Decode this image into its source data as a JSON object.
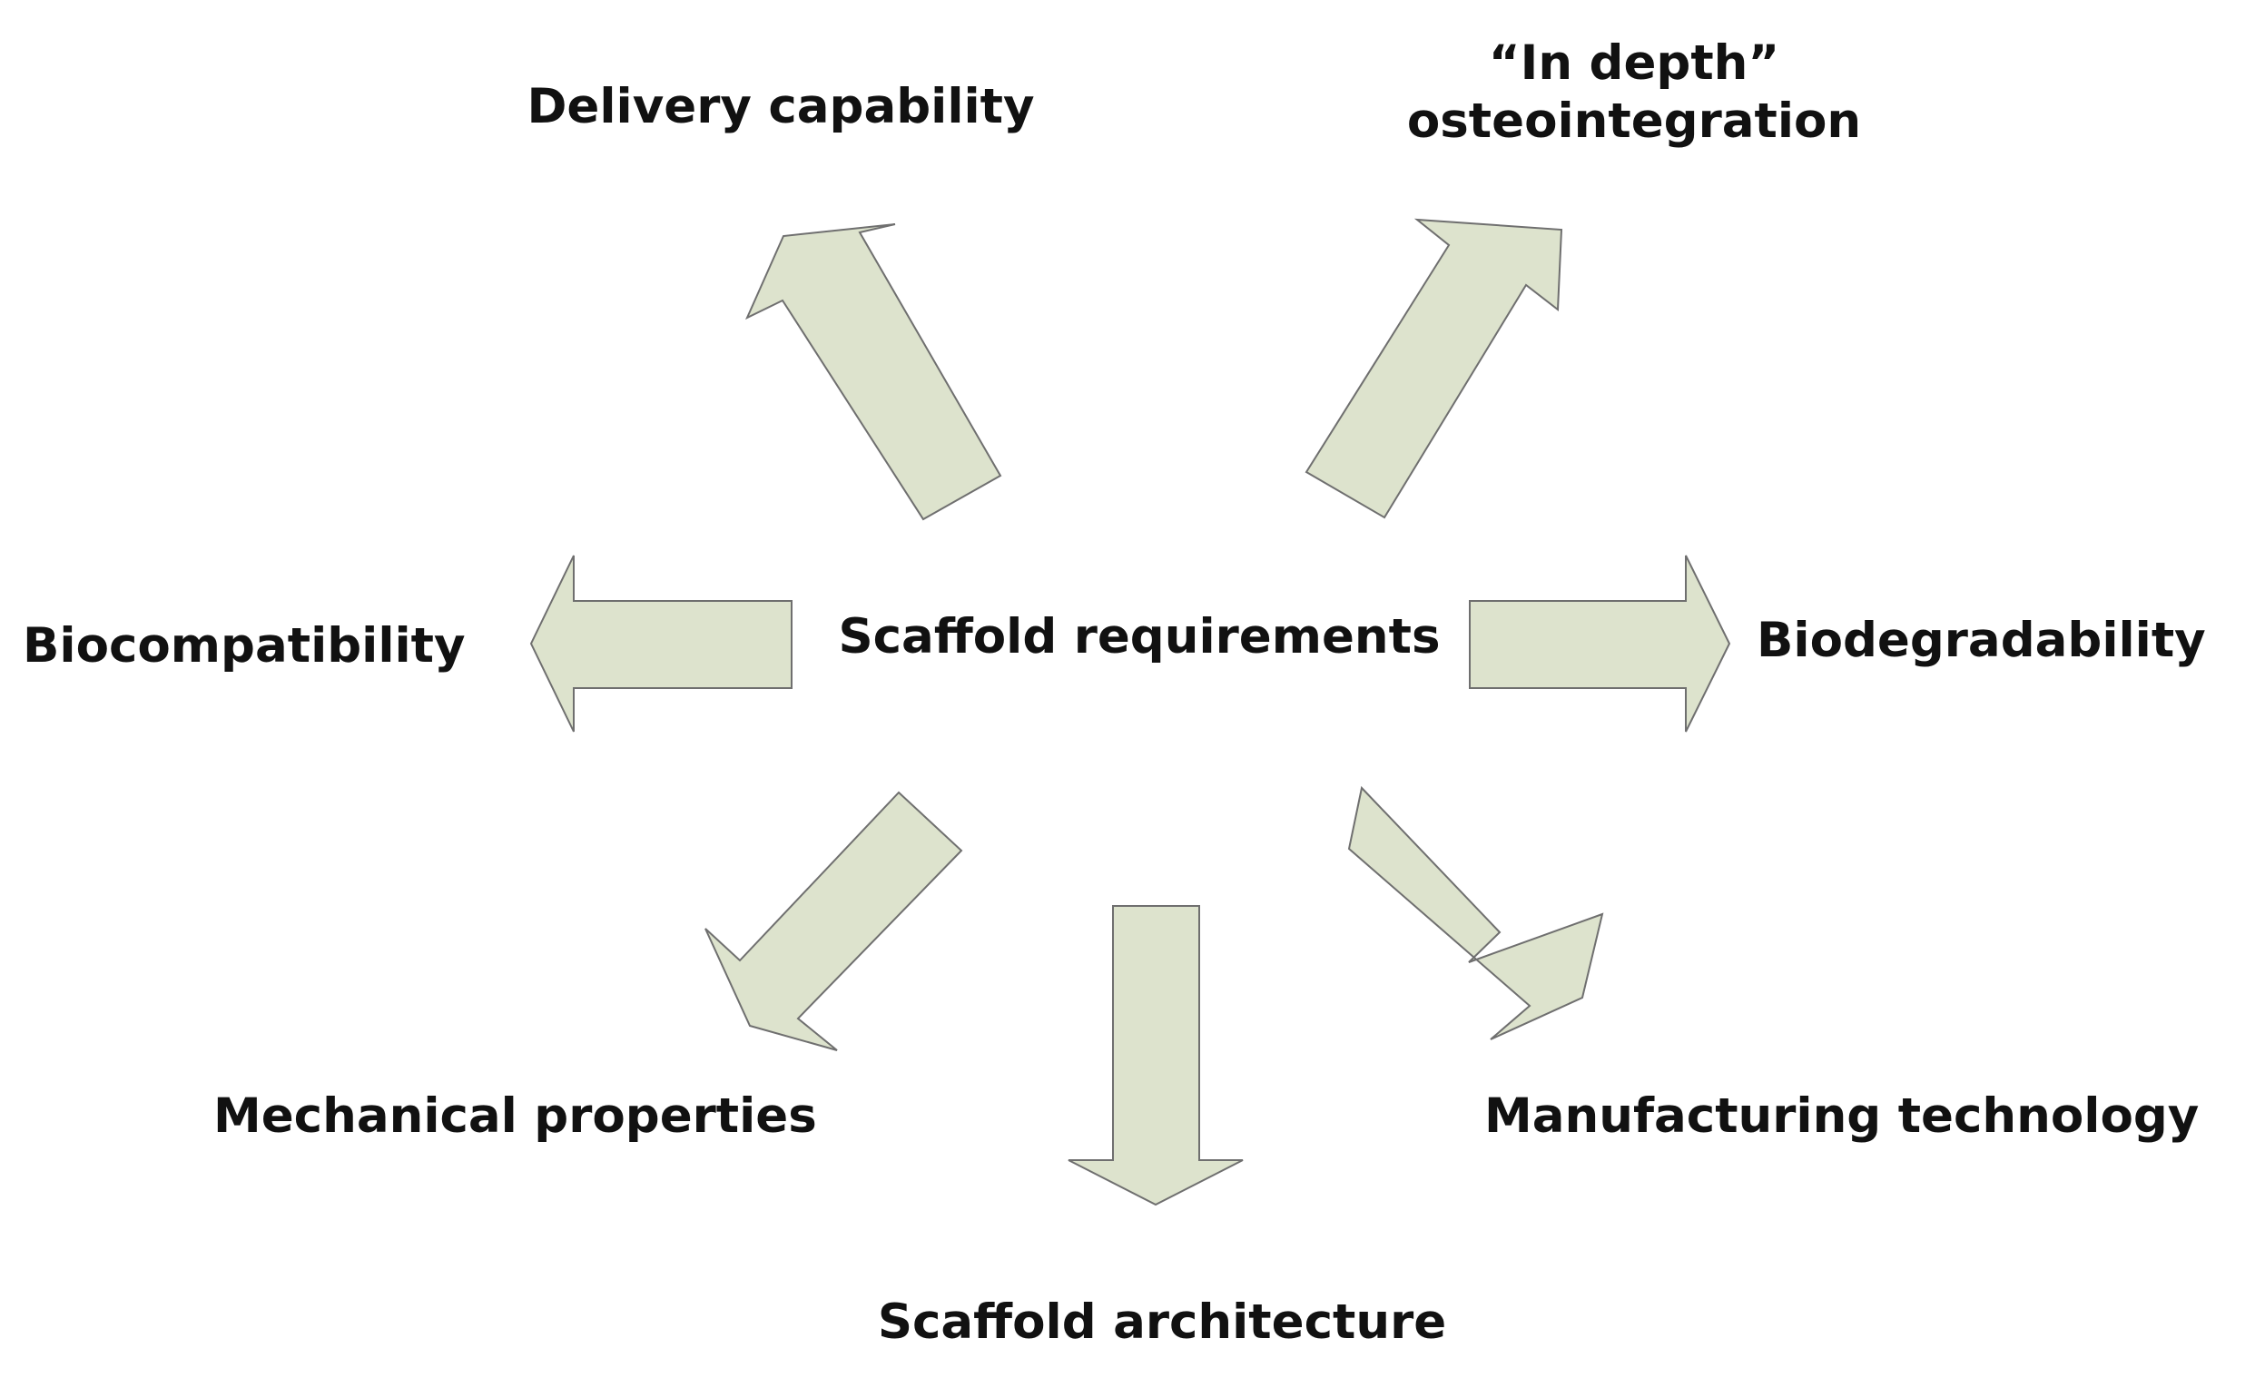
{
  "diagram": {
    "center": "Scaffold requirements",
    "requirements": {
      "delivery": "Delivery capability",
      "osteointegration": "“In depth”\nosteointegration",
      "biocompatibility": "Biocompatibility",
      "biodegradability": "Biodegradability",
      "mechanical": "Mechanical properties",
      "manufacturing": "Manufacturing technology",
      "architecture": "Scaffold architecture"
    }
  },
  "colors": {
    "arrow_fill": "#dde3cd",
    "arrow_stroke": "#6f6f6f",
    "text": "#111111"
  }
}
